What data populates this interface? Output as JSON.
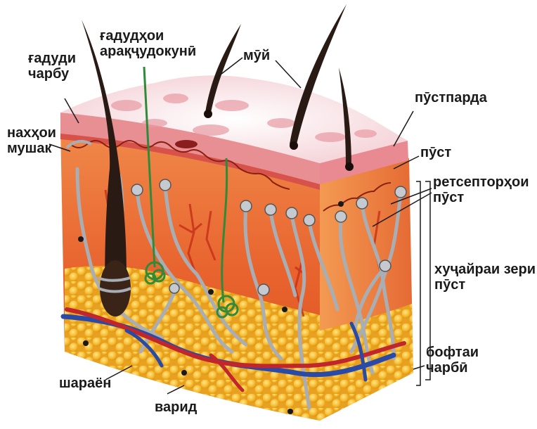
{
  "labels": {
    "sweat_gland": [
      "ғадудҳои",
      "арақҷудокунӣ"
    ],
    "sebaceous_gland": [
      "ғадуди",
      "чарбу"
    ],
    "muscles": [
      "нахҳои",
      "мушак"
    ],
    "hair": [
      "мӯй"
    ],
    "epidermis": [
      "пӯстпарда"
    ],
    "skin": [
      "пӯст"
    ],
    "receptors": [
      "ретсепторҳои",
      "пӯст"
    ],
    "dermis": [
      "хуҷайраи зери",
      "пӯст"
    ],
    "fat_tissue": [
      "бофтаи",
      "чарбӣ"
    ],
    "artery": [
      "шараён"
    ],
    "vein": [
      "варид"
    ]
  },
  "colors": {
    "epidermis_top": "#f6d6d8",
    "epidermis_band": "#e88f94",
    "dermis": "#e86a3a",
    "dermis_side": "#d8552a",
    "fat": "#f4b52c",
    "hair": "#2a1a14",
    "nerve": "#9aa0a8",
    "sweat_gland": "#2f8a3a",
    "artery": "#c0262b",
    "vein": "#2a4aa8"
  }
}
